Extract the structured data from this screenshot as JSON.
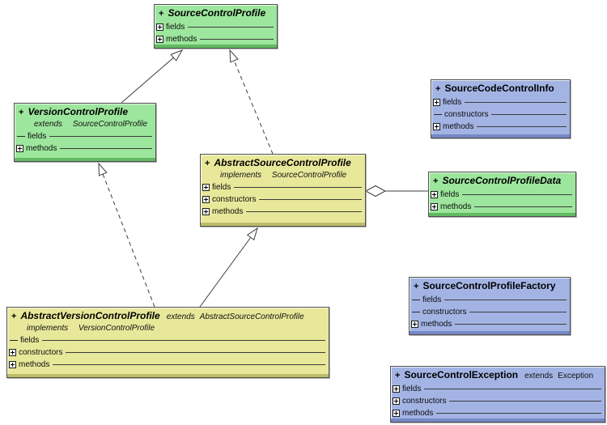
{
  "diagram": {
    "background": "#ffffff",
    "colors": {
      "interface_fill": "#9de69d",
      "interface_strip": "#62ba62",
      "abstract_fill": "#e8e89b",
      "abstract_strip": "#bcbc69",
      "class_fill": "#a3b4e4",
      "class_strip": "#7688c8",
      "line": "#3c3c3c"
    },
    "classes": [
      {
        "visibility": "+",
        "name": "SourceControlProfile",
        "rows": [
          {
            "icon": "plus-box-icon",
            "label": "fields"
          },
          {
            "icon": "plus-box-icon",
            "label": "methods"
          }
        ]
      },
      {
        "visibility": "+",
        "name": "VersionControlProfile",
        "sub_kw": "extends",
        "sub_type": "SourceControlProfile",
        "rows": [
          {
            "icon": "dash-icon",
            "label": "fields"
          },
          {
            "icon": "plus-box-icon",
            "label": "methods"
          }
        ]
      },
      {
        "visibility": "+",
        "name": "AbstractSourceControlProfile",
        "sub_kw": "implements",
        "sub_type": "SourceControlProfile",
        "rows": [
          {
            "icon": "plus-box-icon",
            "label": "fields"
          },
          {
            "icon": "plus-box-icon",
            "label": "constructors"
          },
          {
            "icon": "plus-box-icon",
            "label": "methods"
          }
        ]
      },
      {
        "visibility": "+",
        "name": "SourceCodeControlInfo",
        "rows": [
          {
            "icon": "plus-box-icon",
            "label": "fields"
          },
          {
            "icon": "dash-icon",
            "label": "constructors"
          },
          {
            "icon": "plus-box-icon",
            "label": "methods"
          }
        ]
      },
      {
        "visibility": "+",
        "name": "SourceControlProfileData",
        "rows": [
          {
            "icon": "plus-box-icon",
            "label": "fields"
          },
          {
            "icon": "plus-box-icon",
            "label": "methods"
          }
        ]
      },
      {
        "visibility": "+",
        "name": "SourceControlProfileFactory",
        "rows": [
          {
            "icon": "dash-icon",
            "label": "fields"
          },
          {
            "icon": "dash-icon",
            "label": "constructors"
          },
          {
            "icon": "plus-box-icon",
            "label": "methods"
          }
        ]
      },
      {
        "visibility": "+",
        "name": "SourceControlException",
        "suffix_kw": "extends",
        "suffix_type": "Exception",
        "rows": [
          {
            "icon": "plus-box-icon",
            "label": "fields"
          },
          {
            "icon": "plus-box-icon",
            "label": "constructors"
          },
          {
            "icon": "plus-box-icon",
            "label": "methods"
          }
        ]
      },
      {
        "visibility": "+",
        "name": "AbstractVersionControlProfile",
        "suffix_kw": "extends",
        "suffix_type": "AbstractSourceControlProfile",
        "sub_kw": "implements",
        "sub_type": "VersionControlProfile",
        "rows": [
          {
            "icon": "dash-icon",
            "label": "fields"
          },
          {
            "icon": "plus-box-icon",
            "label": "constructors"
          },
          {
            "icon": "plus-box-icon",
            "label": "methods"
          }
        ]
      }
    ],
    "relations": [
      {
        "type": "generalization",
        "from": "VersionControlProfile",
        "to": "SourceControlProfile",
        "line": "solid-hollow-triangle"
      },
      {
        "type": "realization",
        "from": "AbstractSourceControlProfile",
        "to": "SourceControlProfile",
        "line": "dashed-hollow-triangle"
      },
      {
        "type": "realization",
        "from": "AbstractVersionControlProfile",
        "to": "VersionControlProfile",
        "line": "dashed-hollow-triangle"
      },
      {
        "type": "generalization",
        "from": "AbstractVersionControlProfile",
        "to": "AbstractSourceControlProfile",
        "line": "solid-hollow-triangle"
      },
      {
        "type": "aggregation",
        "from": "AbstractSourceControlProfile",
        "to": "SourceControlProfileData",
        "line": "solid-hollow-diamond"
      }
    ]
  }
}
